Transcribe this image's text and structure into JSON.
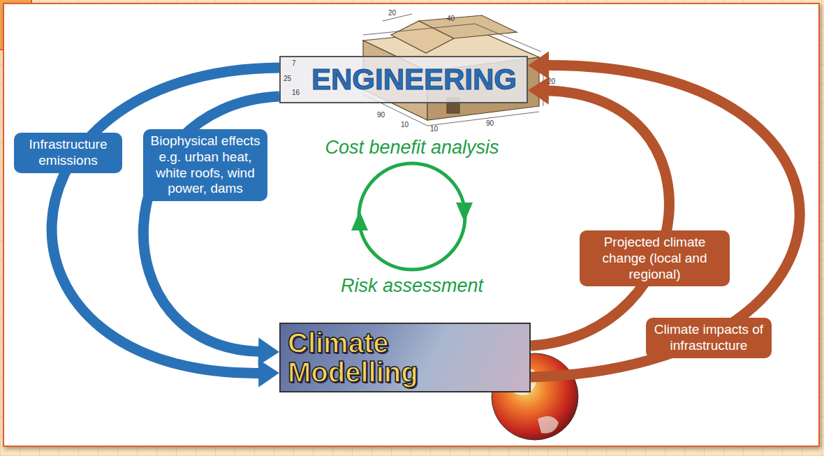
{
  "diagram": {
    "nodes": [
      {
        "text": [
          "ENGINEERING"
        ]
      },
      {
        "text": [
          "Climate Modelling"
        ]
      }
    ],
    "edges": [
      {
        "from": 0,
        "to": 1,
        "arrow": "to",
        "label": "Infrastructure emissions"
      },
      {
        "from": 0,
        "to": 1,
        "arrow": "to",
        "label": "Biophysical effects e.g. urban heat, white roofs, wind power, dams"
      },
      {
        "from": 1,
        "to": 0,
        "arrow": "to",
        "label": "Projected climate change (local and regional)"
      },
      {
        "from": 1,
        "to": 0,
        "arrow": "to",
        "label": "Climate impacts of infrastructure"
      }
    ],
    "labels": [
      "Cost benefit analysis",
      "Risk assessment",
      "40",
      "20",
      "20",
      "7",
      "25",
      "16",
      "90",
      "10",
      "10",
      "90"
    ]
  }
}
